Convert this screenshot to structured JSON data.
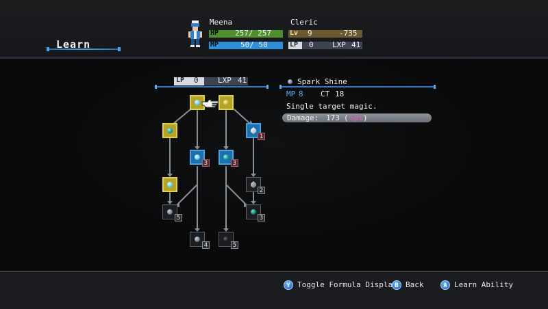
{
  "screen": {
    "title": "Learn"
  },
  "character": {
    "name": "Meena",
    "job": "Cleric",
    "hp_label": "HP",
    "hp_value": "257/ 257",
    "hp_fraction": 1.0,
    "mp_label": "MP",
    "mp_value": "50/ 50",
    "mp_fraction": 1.0,
    "lv_label": "Lv",
    "lv_value": "9",
    "exp_value": "-735",
    "lp_label": "LP",
    "lp_value": "0",
    "lxp_label": "LXP",
    "lxp_value": "41"
  },
  "tree_header": {
    "lp_label": "LP",
    "lp_value": "0",
    "lxp_label": "LXP",
    "lxp_value": "41"
  },
  "ability": {
    "name": "Spark Shine",
    "mp_label": "MP",
    "mp_cost": "8",
    "ct_label": "CT",
    "ct_value": "18",
    "description": "Single target magic.",
    "damage_label": "Damage:",
    "damage_value": "173",
    "damage_stat": "Spi",
    "damage_open": "(",
    "damage_close": ")"
  },
  "nodes": [
    {
      "id": "n1",
      "style": "yellow",
      "orb": "cyan"
    },
    {
      "id": "n2",
      "style": "yellow",
      "orb": "yellow"
    },
    {
      "id": "n3",
      "style": "yellow",
      "orb": "teal"
    },
    {
      "id": "n4",
      "style": "blue",
      "orb": "crystal",
      "cost": "1"
    },
    {
      "id": "n5",
      "style": "blue",
      "orb": "cyan",
      "cost": "3"
    },
    {
      "id": "n6",
      "style": "blue",
      "orb": "teal",
      "cost": "3"
    },
    {
      "id": "n7",
      "style": "yellow",
      "orb": "cyan"
    },
    {
      "id": "n8",
      "style": "dark",
      "orb": "crystal-dim",
      "cost": "2"
    },
    {
      "id": "n9",
      "style": "dark",
      "orb": "gray",
      "cost": "5"
    },
    {
      "id": "n10",
      "style": "dark",
      "orb": "dteal",
      "cost": "3"
    },
    {
      "id": "n11",
      "style": "dark",
      "orb": "gray",
      "cost": "4"
    },
    {
      "id": "n12",
      "style": "dark",
      "orb": "black",
      "cost": "5"
    }
  ],
  "footer": {
    "toggle_key": "Y",
    "toggle_label": "Toggle Formula Display",
    "back_key": "B",
    "back_label": "Back",
    "learn_key": "A",
    "learn_label": "Learn Ability"
  },
  "colors": {
    "hp_bar": "#4f8f2f",
    "mp_bar": "#2f8fd6",
    "lv_bar": "#6b5930",
    "accent": "#2f79c2",
    "spi": "#e45fb8"
  }
}
